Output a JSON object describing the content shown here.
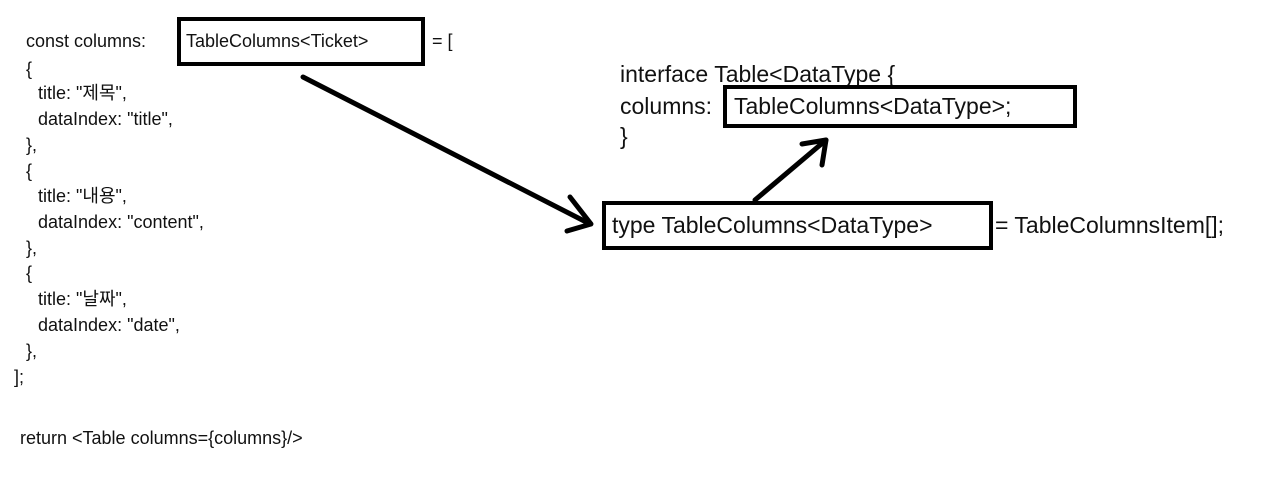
{
  "left_code": {
    "l1_prefix": "const columns:",
    "l1_boxed": "TableColumns<Ticket>",
    "l1_suffix": "= [",
    "l2": "{",
    "l3": "title: \"제목\",",
    "l4": "dataIndex: \"title\",",
    "l5": "},",
    "l6": "{",
    "l7": "title: \"내용\",",
    "l8": "dataIndex: \"content\",",
    "l9": "},",
    "l10": "{",
    "l11": "title: \"날짜\",",
    "l12": "dataIndex: \"date\",",
    "l13": "},",
    "l14": "];",
    "l15": "return <Table columns={columns}/>"
  },
  "interface_block": {
    "line1": "interface Table<DataType {",
    "line2_prefix": "columns:",
    "line2_boxed": "TableColumns<DataType>;",
    "line3": "}"
  },
  "type_line": {
    "boxed": "type TableColumns<DataType>",
    "suffix": "= TableColumnsItem[];"
  }
}
